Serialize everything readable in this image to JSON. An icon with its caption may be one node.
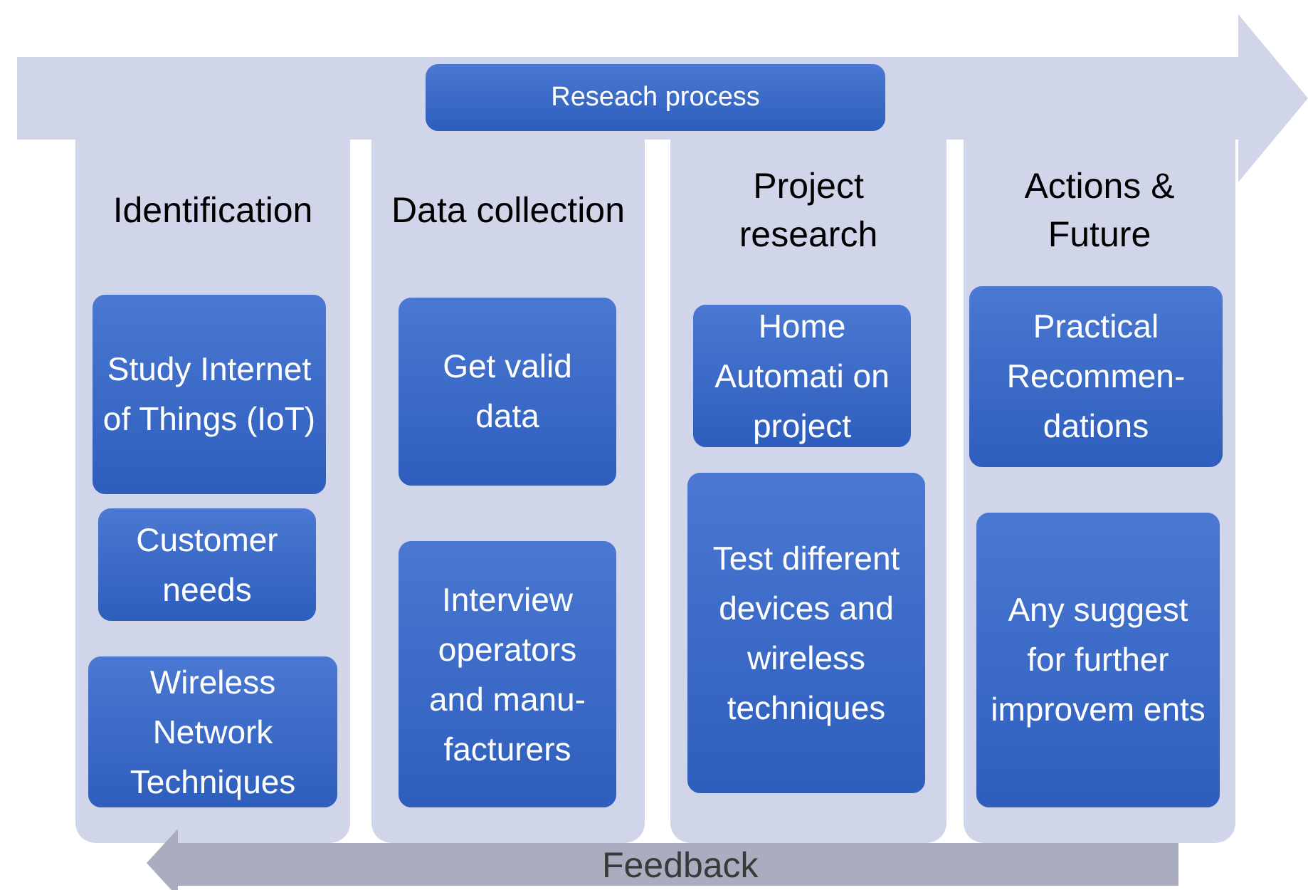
{
  "diagram": {
    "nodes": [
      {
        "text": [
          "Reseach process"
        ]
      },
      {
        "text": [
          "Identification"
        ]
      },
      {
        "text": [
          "Study Internet of Things (IoT)"
        ],
        "in": 1
      },
      {
        "text": [
          "Customer needs"
        ],
        "in": 1
      },
      {
        "text": [
          "Wireless Network Techniques"
        ],
        "in": 1
      },
      {
        "text": [
          "Data collection"
        ]
      },
      {
        "text": [
          "Get valid data"
        ],
        "in": 5
      },
      {
        "text": [
          "Interview operators and manu- facturers"
        ],
        "in": 5
      },
      {
        "text": [
          "Project research"
        ]
      },
      {
        "text": [
          "Home Automati on project"
        ],
        "in": 8
      },
      {
        "text": [
          "Test different devices and wireless techniques"
        ],
        "in": 8
      },
      {
        "text": [
          "Actions & Future"
        ]
      },
      {
        "text": [
          "Practical Recommen- dations"
        ],
        "in": 11
      },
      {
        "text": [
          "Any suggest for further improvem ents"
        ],
        "in": 11
      },
      {
        "text": [
          "Feedback"
        ]
      }
    ]
  }
}
